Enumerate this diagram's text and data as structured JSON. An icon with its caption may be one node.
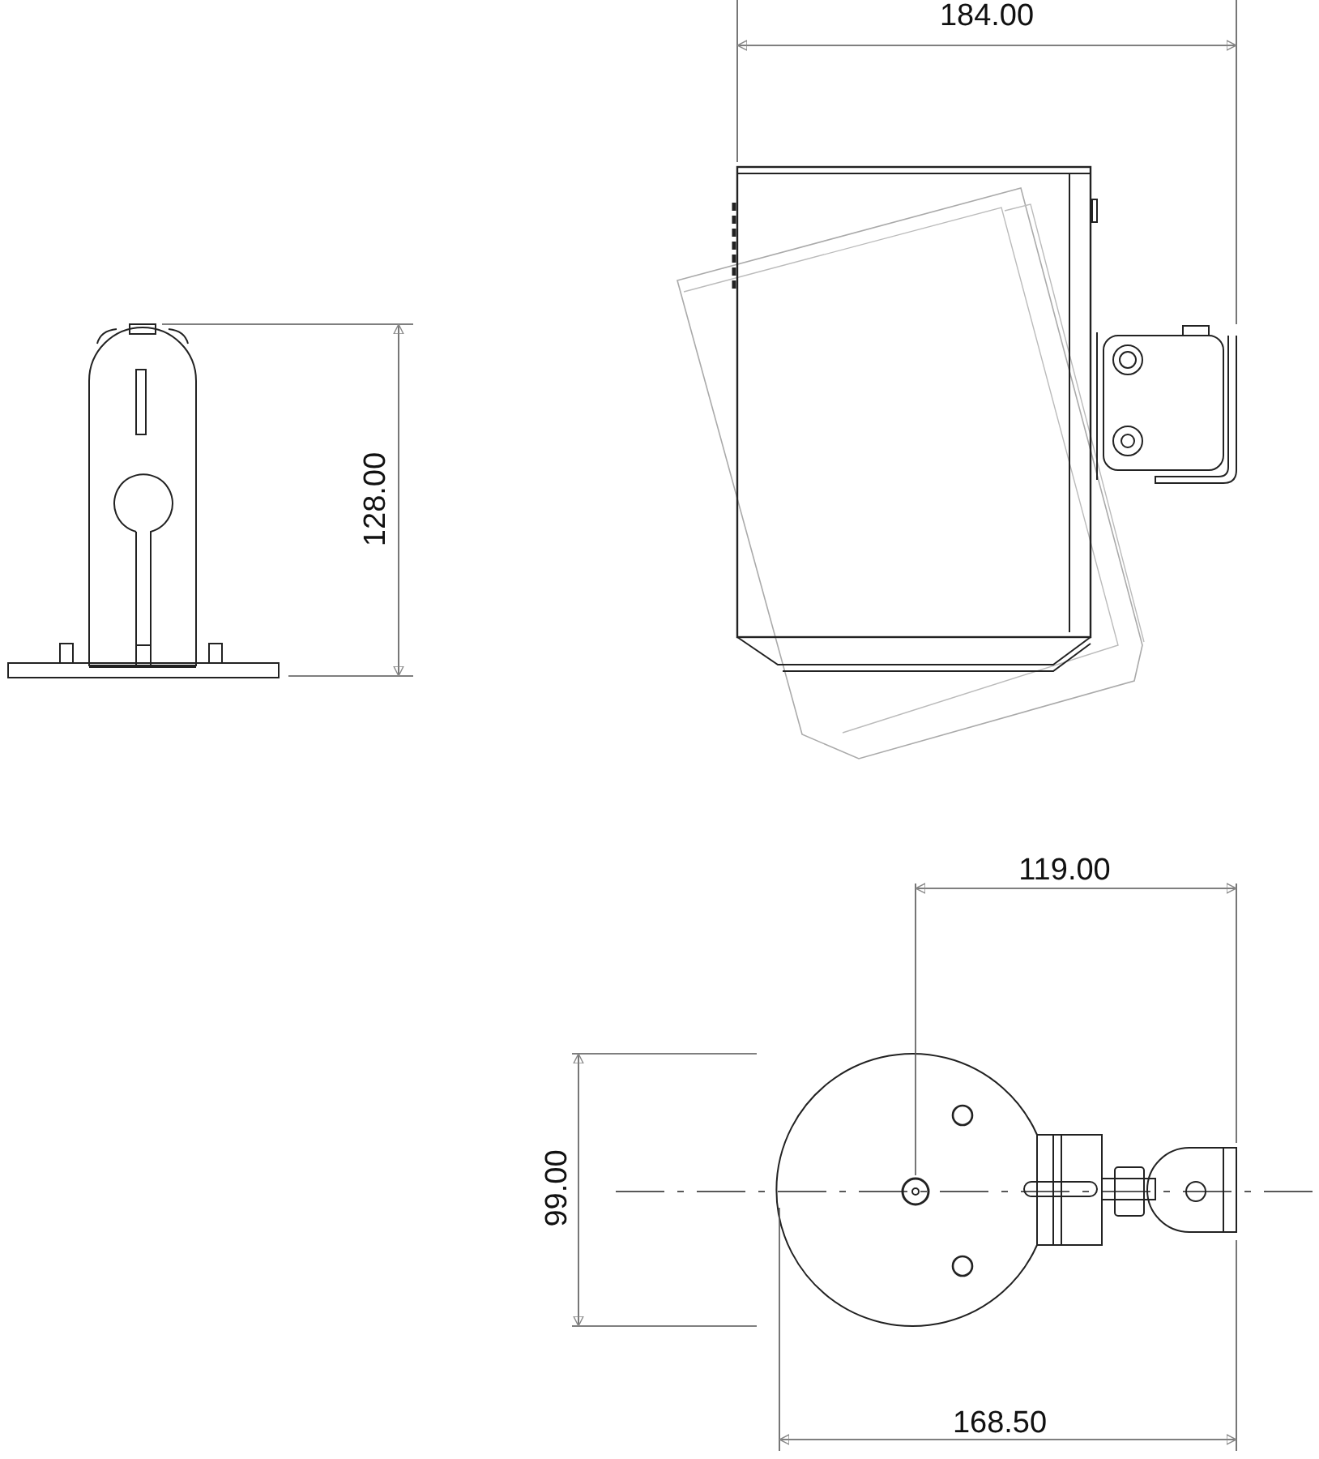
{
  "diagram": {
    "labels": [
      "184.00",
      "128.00",
      "119.00",
      "99.00",
      "168.50"
    ]
  }
}
